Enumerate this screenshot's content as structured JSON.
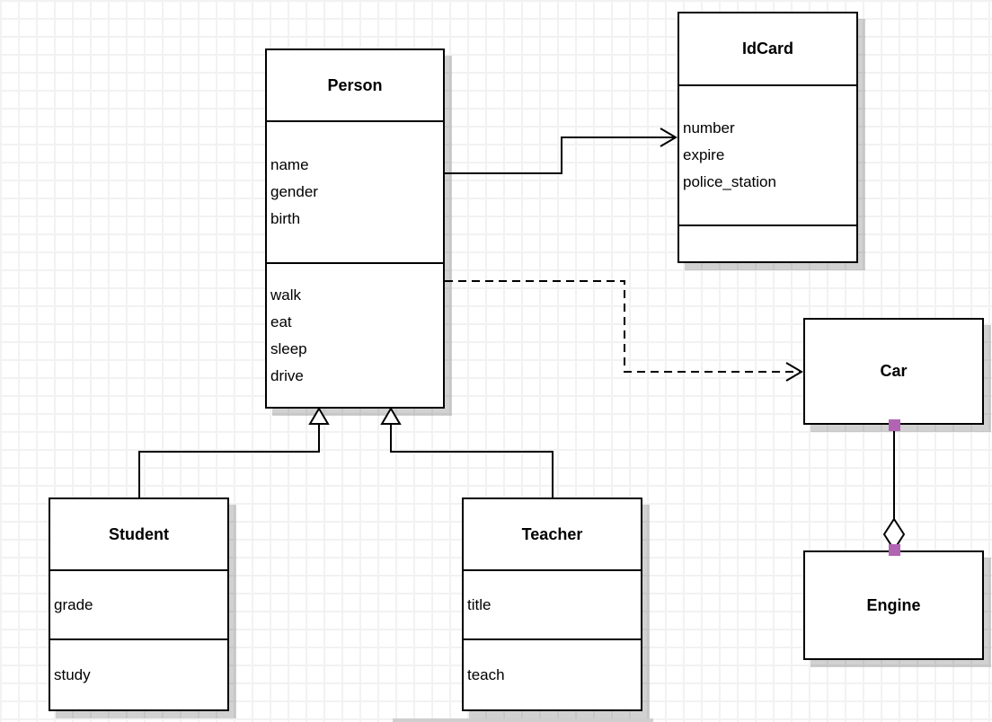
{
  "diagram": {
    "kind": "uml-class-diagram",
    "classes": [
      {
        "id": "person",
        "name": "Person",
        "attributes": [
          "name",
          "gender",
          "birth"
        ],
        "methods": [
          "walk",
          "eat",
          "sleep",
          "drive"
        ]
      },
      {
        "id": "idcard",
        "name": "IdCard",
        "attributes": [
          "number",
          "expire",
          "police_station"
        ],
        "methods": []
      },
      {
        "id": "car",
        "name": "Car",
        "attributes": [],
        "methods": []
      },
      {
        "id": "engine",
        "name": "Engine",
        "attributes": [],
        "methods": []
      },
      {
        "id": "student",
        "name": "Student",
        "attributes": [
          "grade"
        ],
        "methods": [
          "study"
        ]
      },
      {
        "id": "teacher",
        "name": "Teacher",
        "attributes": [
          "title"
        ],
        "methods": [
          "teach"
        ]
      }
    ],
    "relationships": [
      {
        "type": "association",
        "from": "Person",
        "to": "IdCard",
        "line": "solid",
        "arrow": "open"
      },
      {
        "type": "dependency",
        "from": "Person",
        "to": "Car",
        "line": "dashed",
        "arrow": "open"
      },
      {
        "type": "generalization",
        "from": "Student",
        "to": "Person",
        "line": "solid",
        "arrow": "hollow-triangle"
      },
      {
        "type": "generalization",
        "from": "Teacher",
        "to": "Person",
        "line": "solid",
        "arrow": "hollow-triangle"
      },
      {
        "type": "aggregation",
        "from": "Car",
        "to": "Engine",
        "line": "solid",
        "arrow": "hollow-diamond",
        "endpoint_markers": "purple-squares"
      }
    ],
    "colors": {
      "stroke": "#000000",
      "box_fill": "#ffffff",
      "shadow": "#cccccc",
      "grid_line": "#f2f2f2",
      "canvas": "#ffffff",
      "endpoint_marker": "#b164b1"
    }
  }
}
